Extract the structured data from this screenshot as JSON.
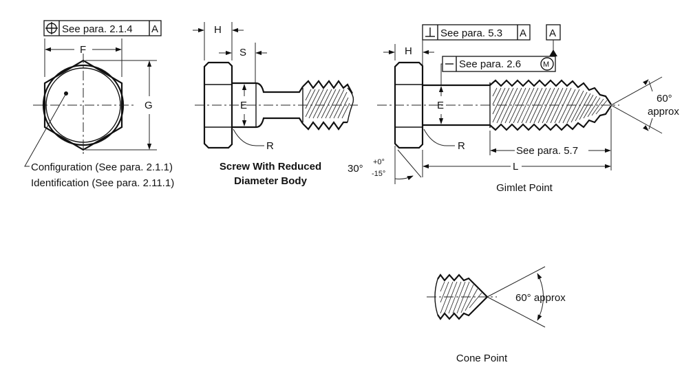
{
  "views": {
    "end_view": {
      "fcf_label": "See para. 2.1.4",
      "fcf_datum": "A",
      "dim_f": "F",
      "dim_g": "G",
      "note_line1": "Configuration (See para. 2.1.1)",
      "note_line2": "Identification (See para. 2.11.1)"
    },
    "reduced_body": {
      "dim_h": "H",
      "dim_s": "S",
      "dim_e": "E",
      "radius": "R",
      "caption_line1": "Screw With Reduced",
      "caption_line2": "Diameter Body"
    },
    "gimlet": {
      "dim_h": "H",
      "perp_fcf_label": "See para. 5.3",
      "perp_fcf_datum": "A",
      "datum_label": "A",
      "straight_fcf_label": "See para. 2.6",
      "mmc_symbol": "M",
      "dim_e": "E",
      "radius": "R",
      "thread_length_label": "See para. 5.7",
      "dim_l": "L",
      "angle_label_line1": "60°",
      "angle_label_line2": "approx",
      "chamfer_angle": "30°",
      "tol_plus": "+0°",
      "tol_minus": "-15°",
      "caption": "Gimlet Point"
    },
    "cone": {
      "angle_label": "60° approx",
      "caption": "Cone Point"
    }
  }
}
